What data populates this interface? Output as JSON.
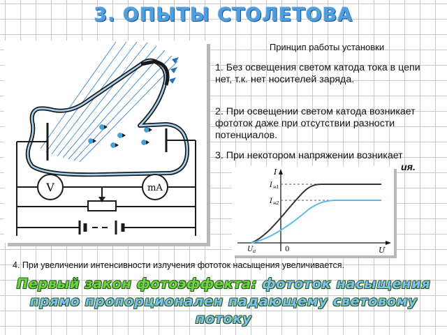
{
  "slide": {
    "title": "3. ОПЫТЫ СТОЛЕТОВА",
    "subtitle": "Принцип работы установки"
  },
  "points": [
    "1. Без освещения светом катода тока в цепи нет, т.к. нет носителей заряда.",
    "2. При освещении светом катода возникает фототок даже при отсутствии разности потенциалов.",
    "3. При некотором напряжении возникает"
  ],
  "point3_tail": "ия.",
  "bottom_note": "4. При увеличении интенсивности излучения фототок насыщения увеличивается.",
  "law": {
    "lead": "Первый закон фотоэффекта:",
    "rest": "фототок насыщения прямо пропорционален падающему световому потоку"
  },
  "diagram": {
    "voltmeter_label": "V",
    "ammeter_label": "mA"
  },
  "graph": {
    "y_axis_label": "I",
    "x_axis_label": "U",
    "origin_label": "0",
    "ua_label": "U",
    "ua_sub": "а",
    "in1_label": "I",
    "in1_sub": "н1",
    "in2_label": "I",
    "in2_sub": "н2",
    "colors": {
      "curve1": "#333333",
      "curve2": "#5bbde6"
    }
  }
}
